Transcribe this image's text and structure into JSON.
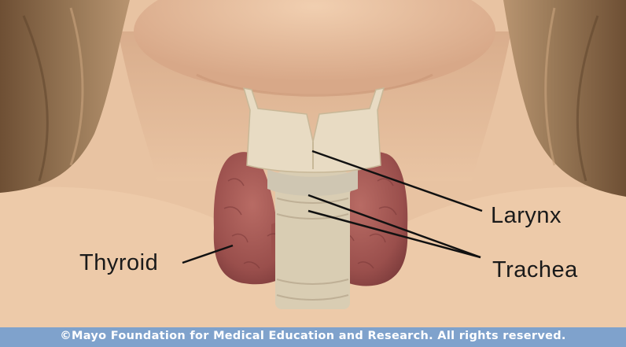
{
  "labels": {
    "larynx": "Larynx",
    "trachea": "Trachea",
    "thyroid": "Thyroid"
  },
  "credit": "©Mayo Foundation for Medical Education and Research.  All rights reserved.",
  "colors": {
    "skin": "#e7c2a1",
    "hair": "#8a6a4a",
    "thyroid": "#a75a55",
    "cartilage": "#e9dcc4",
    "credit_bar": "#7fa2cc"
  }
}
